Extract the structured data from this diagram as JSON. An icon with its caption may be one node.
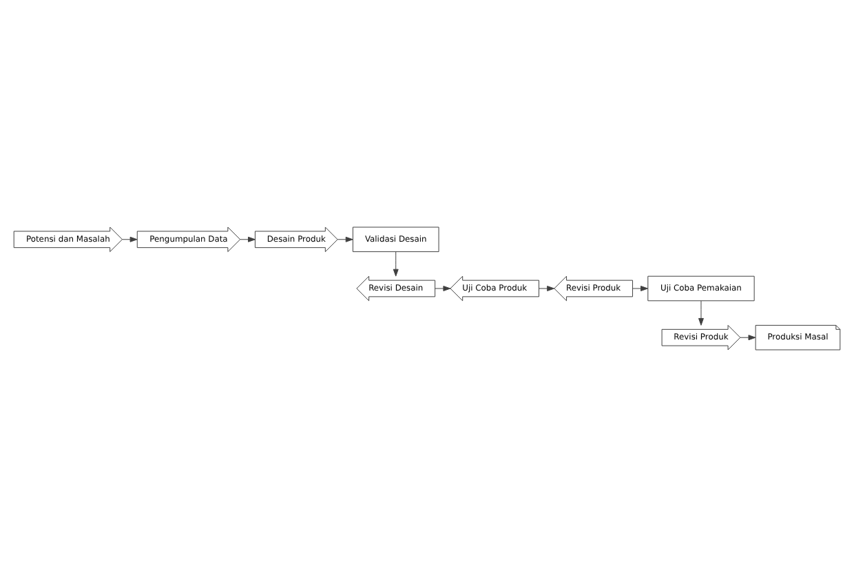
{
  "diagram": {
    "nodes": [
      {
        "text": [
          "Potensi dan Masalah"
        ]
      },
      {
        "text": [
          "Pengumpulan Data"
        ]
      },
      {
        "text": [
          "Desain Produk"
        ]
      },
      {
        "text": [
          "Validasi Desain"
        ]
      },
      {
        "text": [
          "Revisi Desain"
        ]
      },
      {
        "text": [
          "Uji Coba Produk"
        ]
      },
      {
        "text": [
          "Revisi Produk"
        ]
      },
      {
        "text": [
          "Uji Coba Pemakaian"
        ]
      },
      {
        "text": [
          "Revisi Produk"
        ]
      },
      {
        "text": [
          "Produksi Masal"
        ]
      }
    ],
    "edges": [
      {
        "from": 0,
        "to": 1,
        "arrow": "to"
      },
      {
        "from": 1,
        "to": 2,
        "arrow": "to"
      },
      {
        "from": 2,
        "to": 3,
        "arrow": "to"
      },
      {
        "from": 3,
        "to": 4,
        "arrow": "to"
      },
      {
        "from": 4,
        "to": 5,
        "arrow": "to"
      },
      {
        "from": 5,
        "to": 6,
        "arrow": "to"
      },
      {
        "from": 6,
        "to": 7,
        "arrow": "to"
      },
      {
        "from": 7,
        "to": 8,
        "arrow": "to"
      },
      {
        "from": 8,
        "to": 9,
        "arrow": "to"
      }
    ]
  }
}
